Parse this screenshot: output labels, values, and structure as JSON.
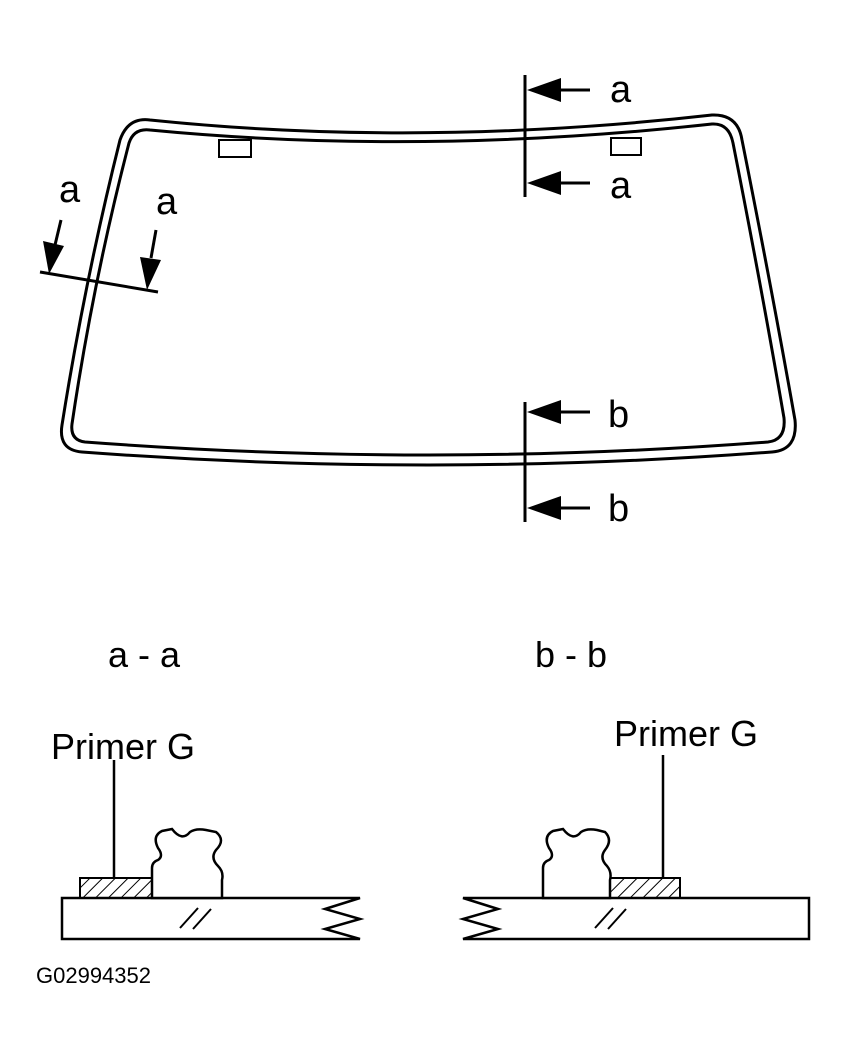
{
  "windshield": {
    "section_a_top": "a",
    "section_a_bottom": "a",
    "section_a_left_1": "a",
    "section_a_left_2": "a",
    "section_b_top": "b",
    "section_b_bottom": "b"
  },
  "sections": {
    "aa": {
      "title": "a - a",
      "callout": "Primer G"
    },
    "bb": {
      "title": "b - b",
      "callout": "Primer G"
    }
  },
  "figure_code": "G02994352"
}
